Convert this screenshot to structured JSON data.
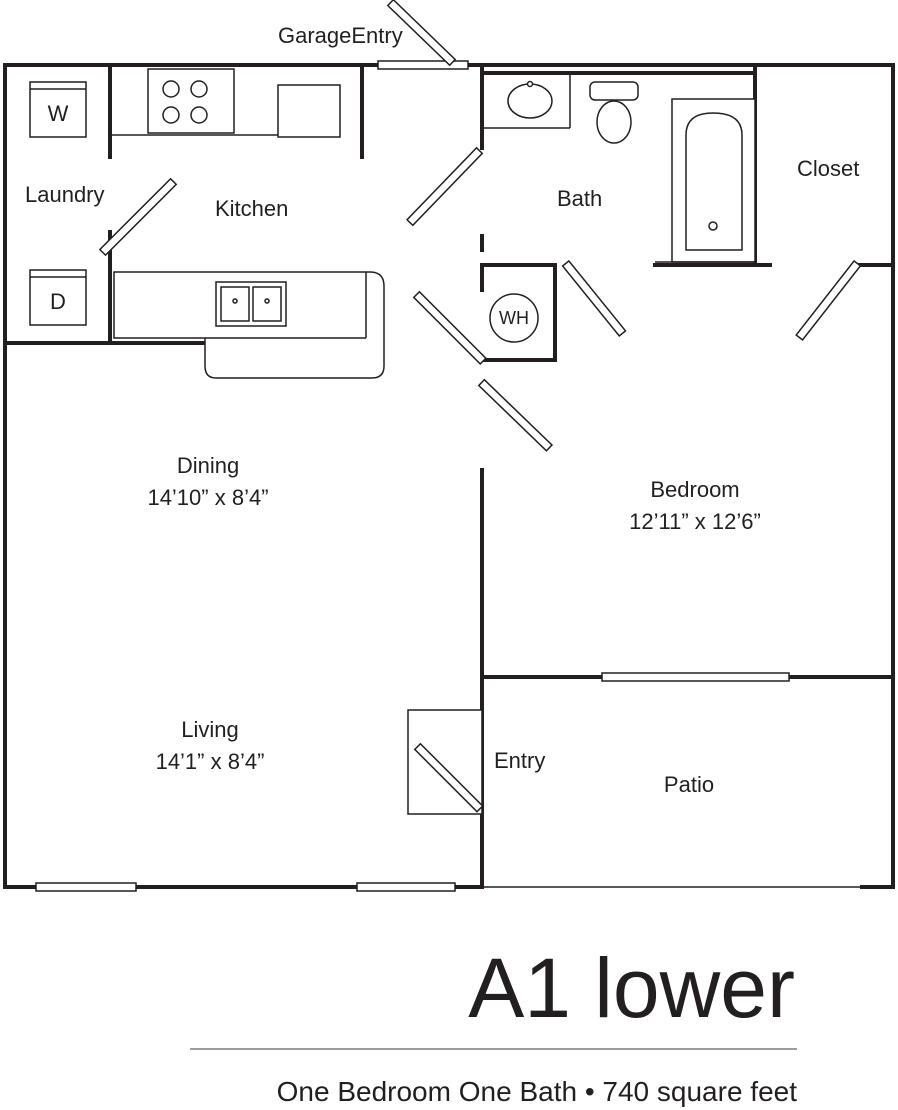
{
  "rooms": {
    "garage_entry": "GarageEntry",
    "laundry": "Laundry",
    "kitchen": "Kitchen",
    "bath": "Bath",
    "closet": "Closet",
    "water_heater": "WH",
    "washer": "W",
    "dryer": "D",
    "dining": {
      "name": "Dining",
      "size": "14’10” x 8’4”"
    },
    "living": {
      "name": "Living",
      "size": "14’1” x 8’4”"
    },
    "bedroom": {
      "name": "Bedroom",
      "size": "12’11” x 12’6”"
    },
    "entry": "Entry",
    "patio": "Patio"
  },
  "plan": {
    "title": "A1 lower",
    "subtitle": "One Bedroom One Bath • 740 square feet"
  }
}
